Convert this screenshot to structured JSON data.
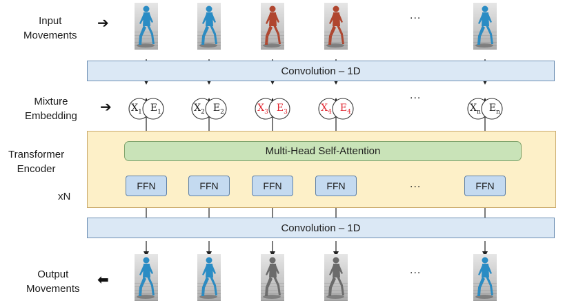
{
  "labels": {
    "input": [
      "Input",
      "Movements"
    ],
    "mixture": [
      "Mixture",
      "Embedding"
    ],
    "transformer": [
      "Transformer",
      "Encoder"
    ],
    "repeat": "xN",
    "output": [
      "Output",
      "Movements"
    ]
  },
  "blocks": {
    "conv_top": "Convolution – 1D",
    "mhsa": "Multi-Head Self-Attention",
    "conv_bottom": "Convolution – 1D",
    "ffn": "FFN"
  },
  "ellipsis": "...",
  "arrows": {
    "right": "➔",
    "left": "⬅"
  },
  "columns": [
    {
      "x": "X",
      "e": "E",
      "sub": "1",
      "masked": false
    },
    {
      "x": "X",
      "e": "E",
      "sub": "2",
      "masked": false
    },
    {
      "x": "X",
      "e": "E",
      "sub": "3",
      "masked": true
    },
    {
      "x": "X",
      "e": "E",
      "sub": "4",
      "masked": true
    },
    {
      "x": "X",
      "e": "E",
      "sub": "n",
      "masked": false
    }
  ],
  "figure_colors": {
    "input": [
      "#2a8cc4",
      "#2a8cc4",
      "#b0462f",
      "#b0462f",
      "#2a8cc4"
    ],
    "output": [
      "#2a8cc4",
      "#2a8cc4",
      "#6b6b6b",
      "#6b6b6b",
      "#2a8cc4"
    ]
  }
}
